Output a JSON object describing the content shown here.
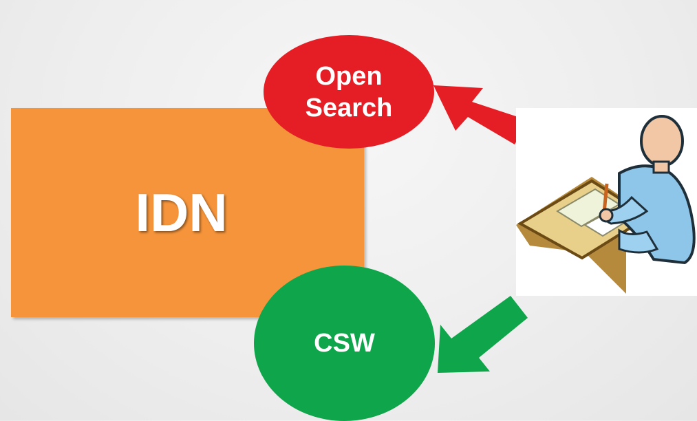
{
  "diagram": {
    "idn_label": "IDN",
    "open_search_line1": "Open",
    "open_search_line2": "Search",
    "csw_label": "CSW"
  },
  "colors": {
    "idn_box": "#f5943a",
    "open_search": "#e51e25",
    "csw": "#0fa54a",
    "background": "#eeeeee"
  },
  "icons": {
    "user": "user-at-desk-icon",
    "arrow_in": "arrow-to-open-search",
    "arrow_out": "arrow-to-csw"
  }
}
